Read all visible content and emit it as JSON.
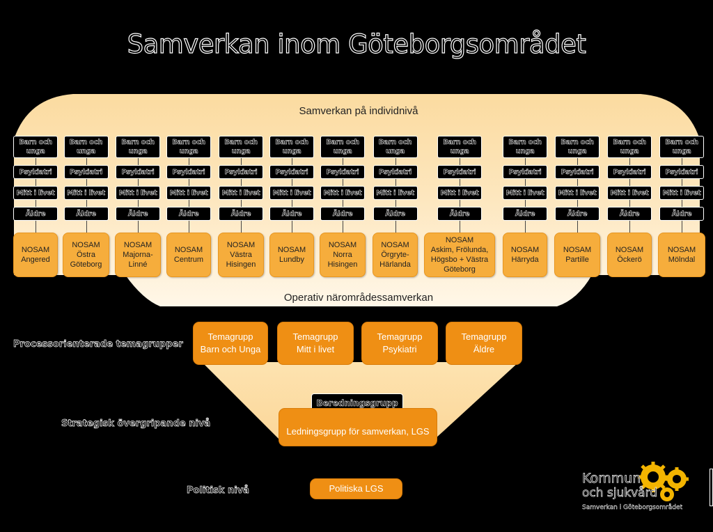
{
  "title": "Samverkan inom Göteborgsområdet",
  "individ_label": "Samverkan på individnivå",
  "operativ_label": "Operativ närområdessamverkan",
  "categories": [
    "Barn och unga",
    "Psykiatri",
    "Mitt i livet",
    "Äldre"
  ],
  "nosam": [
    [
      "NOSAM",
      "Angered"
    ],
    [
      "NOSAM",
      "Östra",
      "Göteborg"
    ],
    [
      "NOSAM",
      "Majorna-",
      "Linné"
    ],
    [
      "NOSAM",
      "Centrum"
    ],
    [
      "NOSAM",
      "Västra",
      "Hisingen"
    ],
    [
      "NOSAM",
      "Lundby"
    ],
    [
      "NOSAM",
      "Norra",
      "Hisingen"
    ],
    [
      "NOSAM",
      "Örgryte-",
      "Härlanda"
    ],
    [
      "NOSAM",
      "Askim, Frölunda,",
      "Högsbo + Västra",
      "Göteborg"
    ],
    [
      "NOSAM",
      "Härryda"
    ],
    [
      "NOSAM",
      "Partille"
    ],
    [
      "NOSAM",
      "Öckerö"
    ],
    [
      "NOSAM",
      "Mölndal"
    ]
  ],
  "levels": {
    "process": "Processorienterade temagrupper",
    "strategisk": "Strategisk övergripande nivå",
    "politisk": "Politisk nivå"
  },
  "tema": [
    [
      "Temagrupp",
      "Barn och Unga"
    ],
    [
      "Temagrupp",
      "Mitt i livet"
    ],
    [
      "Temagrupp",
      "Psykiatri"
    ],
    [
      "Temagrupp",
      "Äldre"
    ]
  ],
  "beredning": "Beredningsgrupp",
  "lgs": "Ledningsgrupp för samverkan, LGS",
  "politiska": "Politiska LGS",
  "logo": {
    "line1": "Kommun",
    "line2": "och sjukvård",
    "line3": "Samverkan i Göteborgsområdet"
  },
  "colors": {
    "background": "#000000",
    "funnel_light": "#fde9c2",
    "nosam": "#f6ad3c",
    "tema": "#ef8f14"
  }
}
